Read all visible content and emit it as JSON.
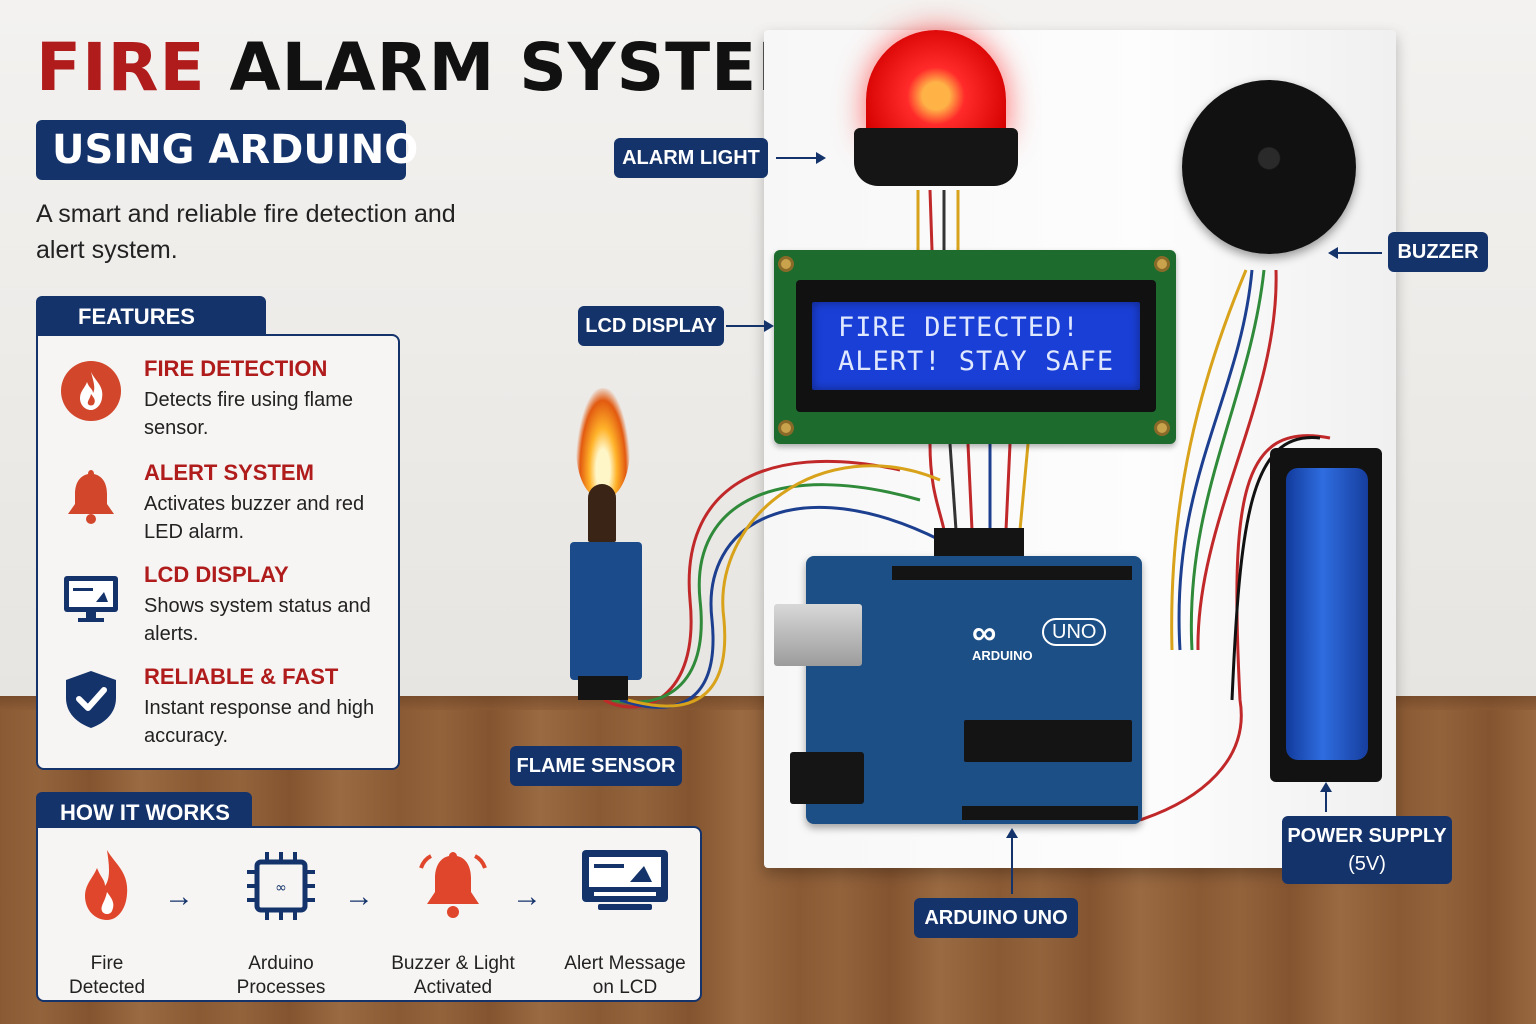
{
  "title": {
    "word1": "FIRE",
    "word2": "ALARM SYSTEM"
  },
  "subtitle": "USING ARDUINO",
  "tagline": "A smart and reliable fire detection and alert system.",
  "features": {
    "heading": "FEATURES",
    "items": [
      {
        "title": "FIRE DETECTION",
        "desc": "Detects fire using flame sensor.",
        "icon": "flame-icon"
      },
      {
        "title": "ALERT SYSTEM",
        "desc": "Activates buzzer and red LED alarm.",
        "icon": "bell-icon"
      },
      {
        "title": "LCD DISPLAY",
        "desc": "Shows system status and alerts.",
        "icon": "monitor-icon"
      },
      {
        "title": "RELIABLE & FAST",
        "desc": "Instant response and high accuracy.",
        "icon": "shield-check-icon"
      }
    ]
  },
  "how_it_works": {
    "heading": "HOW IT WORKS",
    "steps": [
      {
        "line1": "Fire",
        "line2": "Detected",
        "icon": "flame-icon"
      },
      {
        "line1": "Arduino",
        "line2": "Processes",
        "icon": "chip-icon"
      },
      {
        "line1": "Buzzer & Light",
        "line2": "Activated",
        "icon": "bell-icon"
      },
      {
        "line1": "Alert Message",
        "line2": "on LCD",
        "icon": "monitor-icon"
      }
    ]
  },
  "lcd": {
    "line1": "FIRE DETECTED!",
    "line2": "ALERT! STAY SAFE"
  },
  "arduino": {
    "brand": "ARDUINO",
    "model": "UNO"
  },
  "labels": {
    "alarm_light": "ALARM LIGHT",
    "buzzer": "BUZZER",
    "lcd_display": "LCD DISPLAY",
    "flame_sensor": "FLAME SENSOR",
    "arduino_uno": "ARDUINO UNO",
    "power_supply_line1": "POWER SUPPLY",
    "power_supply_line2": "(5V)"
  },
  "colors": {
    "navy": "#14336b",
    "red": "#b01c1c",
    "lcd_blue": "#1a3fd6",
    "pcb_green": "#1e6b2e"
  }
}
